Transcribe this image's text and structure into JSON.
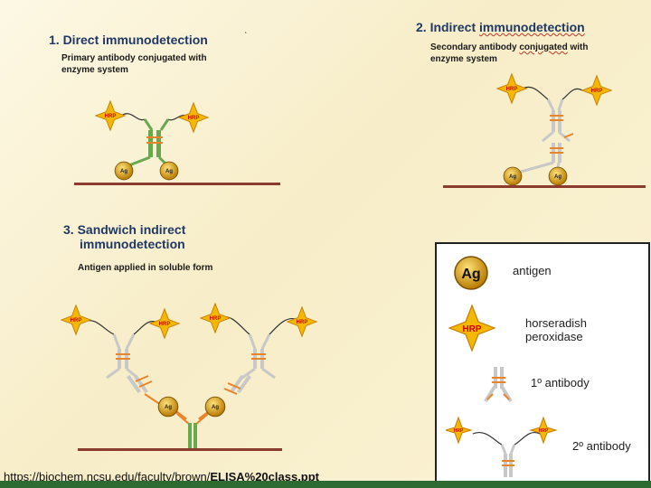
{
  "panels": {
    "direct": {
      "title": "1. Direct immunodetection",
      "subtitle_line1": "Primary antibody conjugated with",
      "subtitle_line2": "enzyme system"
    },
    "indirect": {
      "title_prefix": "2. Indirect ",
      "title_word": "immunodetection",
      "subtitle_line1_a": "Secondary antibody ",
      "subtitle_line1_b": "conjugated",
      "subtitle_line1_c": " with",
      "subtitle_line2": "enzyme system"
    },
    "sandwich": {
      "title_line1": "3. Sandwich indirect",
      "title_line2": "immunodetection",
      "subtitle": "Antigen applied in soluble form"
    }
  },
  "labels": {
    "ag": "Ag",
    "hrp": "HRP"
  },
  "legend": {
    "antigen": "antigen",
    "hrp_line1": "horseradish",
    "hrp_line2": "peroxidase",
    "primary": "1º antibody",
    "secondary": "2º antibody"
  },
  "source": {
    "prefix": "https://biochem.ncsu.edu/faculty/brown/",
    "file": "ELISA%20class.ppt"
  },
  "colors": {
    "surface": "#8c3b2f",
    "hrp_fill": "#f5b800",
    "hrp_text": "#d40000",
    "antigen_fill": "#d9a300",
    "antibody_orange": "#e8842a",
    "antibody_green": "#6aa84f",
    "antibody_grey": "#c8c8c8",
    "title_blue": "#1f3864",
    "bottom_bar": "#2e6b33"
  }
}
